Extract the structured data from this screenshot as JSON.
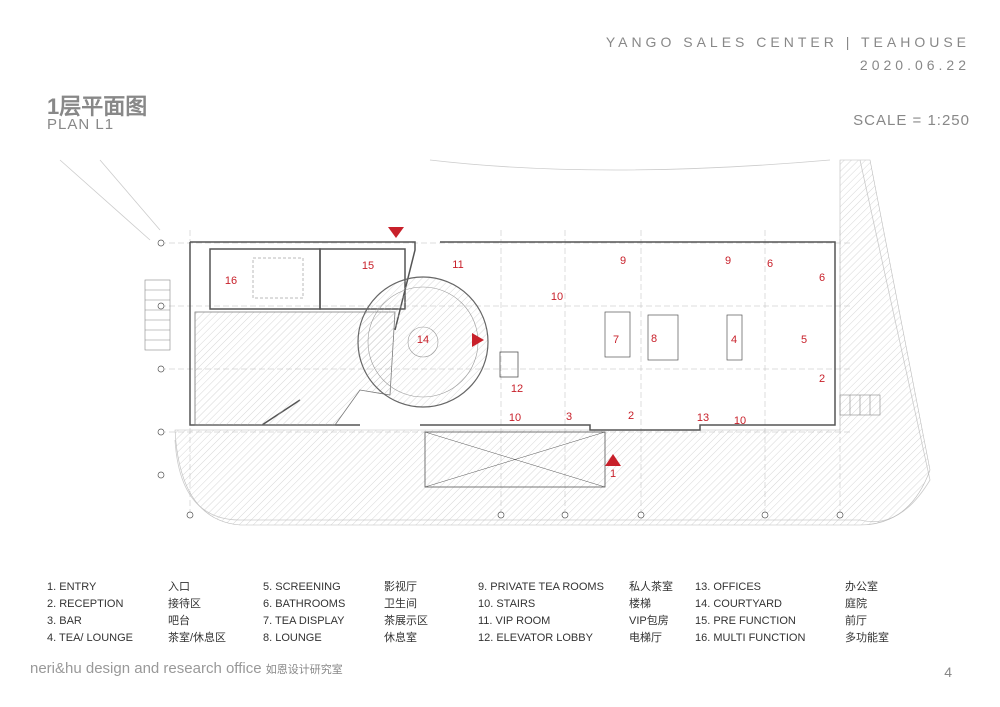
{
  "header": {
    "project": "YANGO SALES CENTER | TEAHOUSE",
    "date": "2020.06.22"
  },
  "title": {
    "cn": "1层平面图",
    "en": "PLAN L1",
    "scale": "SCALE = 1:250"
  },
  "plan": {
    "room_labels": [
      "16",
      "15",
      "11",
      "10",
      "9",
      "9",
      "6",
      "6",
      "14",
      "7",
      "8",
      "4",
      "5",
      "12",
      "2",
      "10",
      "3",
      "2",
      "13",
      "10",
      "1"
    ],
    "accent_color": "#c8202a"
  },
  "legend": [
    {
      "en": "1. ENTRY",
      "cn": "入口"
    },
    {
      "en": "2. RECEPTION",
      "cn": "接待区"
    },
    {
      "en": "3. BAR",
      "cn": "吧台"
    },
    {
      "en": "4. TEA/ LOUNGE",
      "cn": "茶室/休息区"
    },
    {
      "en": "5. SCREENING",
      "cn": "影视厅"
    },
    {
      "en": "6. BATHROOMS",
      "cn": "卫生间"
    },
    {
      "en": "7. TEA DISPLAY",
      "cn": "茶展示区"
    },
    {
      "en": "8. LOUNGE",
      "cn": "休息室"
    },
    {
      "en": "9. PRIVATE TEA ROOMS",
      "cn": "私人茶室"
    },
    {
      "en": "10. STAIRS",
      "cn": "楼梯"
    },
    {
      "en": "11. VIP ROOM",
      "cn": "VIP包房"
    },
    {
      "en": "12. ELEVATOR LOBBY",
      "cn": "电梯厅"
    },
    {
      "en": "13. OFFICES",
      "cn": "办公室"
    },
    {
      "en": "14. COURTYARD",
      "cn": "庭院"
    },
    {
      "en": "15. PRE FUNCTION",
      "cn": "前厅"
    },
    {
      "en": "16. MULTI FUNCTION",
      "cn": "多功能室"
    }
  ],
  "footer": {
    "firm": "neri&hu design and research office",
    "firm_cn": "如恩设计研究室",
    "page": "4"
  }
}
